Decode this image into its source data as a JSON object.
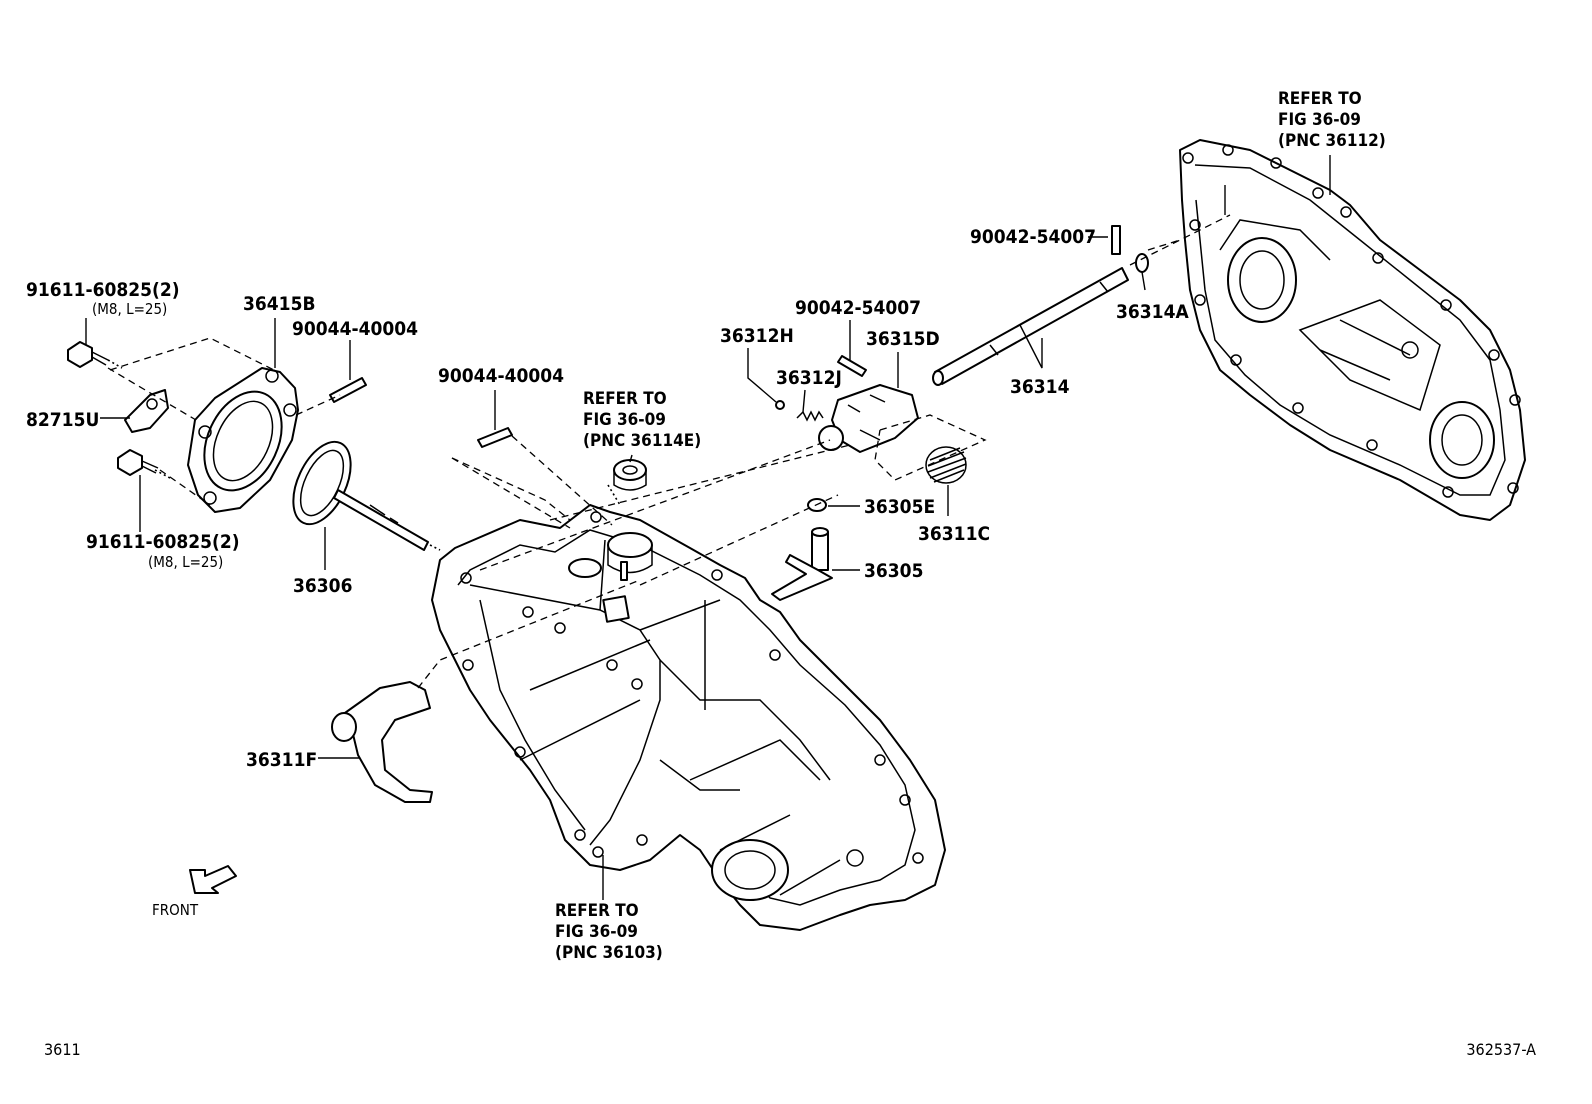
{
  "labels": {
    "bolt_top": "91611-60825(2)",
    "bolt_top_spec": "(M8, L=25)",
    "bolt_bottom": "91611-60825(2)",
    "bolt_bottom_spec": "(M8, L=25)",
    "bracket": "82715U",
    "cover": "36415B",
    "pin_a": "90044-40004",
    "pin_b": "90044-40004",
    "seal_shaft": "36306",
    "fork": "36311F",
    "ball": "36312H",
    "spring_small": "36312J",
    "pin_c": "90042-54007",
    "head": "36315D",
    "pin_d": "90042-54007",
    "shaft": "36314",
    "ring": "36314A",
    "snap": "36305E",
    "lever": "36305",
    "spring_big": "36311C",
    "front": "FRONT"
  },
  "references": {
    "ref_top_center": [
      "REFER TO",
      "FIG 36-09",
      "(PNC 36114E)"
    ],
    "ref_bottom": [
      "REFER TO",
      "FIG 36-09",
      "(PNC 36103)"
    ],
    "ref_top_right": [
      "REFER TO",
      "FIG 36-09",
      "(PNC 36112)"
    ]
  },
  "footer": {
    "page_code": "3611",
    "figure_id": "362537-A"
  }
}
